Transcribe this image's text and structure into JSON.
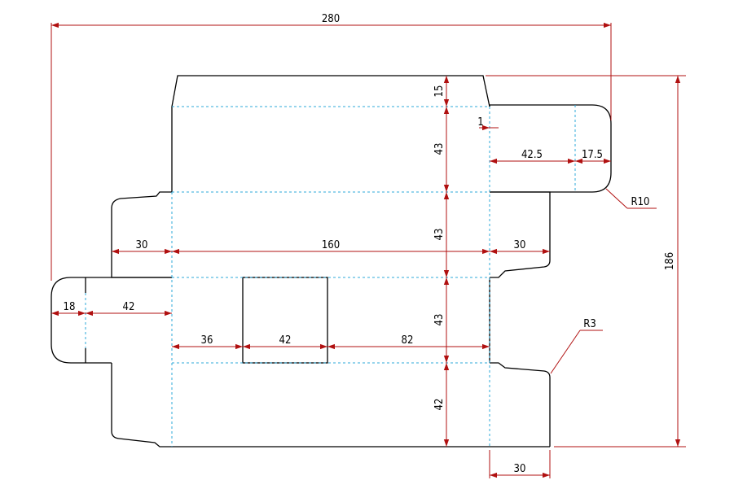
{
  "colors": {
    "cut_line": "#000000",
    "fold_line": "#2ea8d8",
    "dimension_line": "#b01010",
    "background": "#ffffff"
  },
  "dimensions": {
    "overall_width": "280",
    "overall_height": "186",
    "top_flap": "15",
    "panel_height_1": "43",
    "panel_height_2": "43",
    "panel_height_3": "43",
    "bottom_panel": "42",
    "side_left": "30",
    "main_width": "160",
    "side_right": "30",
    "tuck_gap": "1",
    "tuck_depth": "42.5",
    "tuck_lip": "17.5",
    "radius_tuck": "R10",
    "radius_corner": "R3",
    "left_lip": "18",
    "left_tuck": "42",
    "window_offset": "36",
    "window_width": "42",
    "window_right": "82",
    "bottom_flap_width": "30"
  }
}
